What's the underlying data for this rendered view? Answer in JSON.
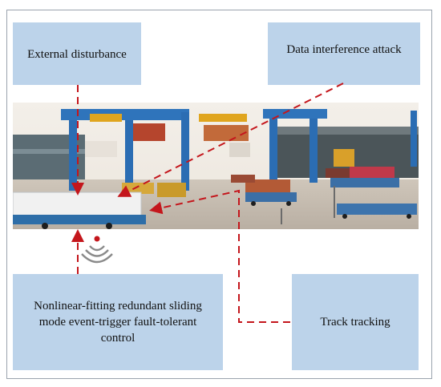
{
  "boxes": {
    "external": "External disturbance",
    "data_attack": "Data interference attack",
    "control": "Nonlinear-fitting redundant sliding mode event-trigger fault-tolerant control",
    "tracking": "Track tracking"
  },
  "colors": {
    "box_fill": "#bcd3ea",
    "arrow": "#c4161c",
    "frame": "#9aa3ad"
  },
  "icons": {
    "wireless": "wifi-signal-icon"
  }
}
